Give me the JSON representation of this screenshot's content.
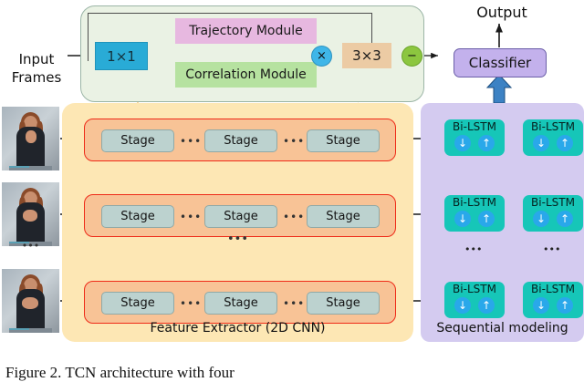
{
  "diagram": {
    "title": "TCN architecture",
    "input": {
      "label_line1": "Input",
      "label_line2": "Frames",
      "frames_ellipsis": "•••"
    },
    "output": {
      "label": "Output"
    },
    "temporal_module": {
      "conv_in": "1×1",
      "branches": [
        {
          "name": "trajectory-module",
          "label": "Trajectory Module",
          "color": "#e7b8e0"
        },
        {
          "name": "correlation-module",
          "label": "Correlation Module",
          "color": "#b6e2a0"
        }
      ],
      "multiply_node": "×",
      "conv_out": "3×3",
      "add_node": "−",
      "panel_color": "#eaf2e4"
    },
    "classifier": {
      "label": "Classifier",
      "color": "#c3b1ec"
    },
    "feature_extractor": {
      "panel_label": "Feature Extractor (2D CNN)",
      "panel_color": "#fde7b4",
      "row_color": "#f8c396",
      "row_border": "#ee2b18",
      "rows_ellipsis": "•••",
      "inline_ellipsis": "•••",
      "rows": [
        {
          "stages": [
            "Stage",
            "Stage",
            "Stage"
          ]
        },
        {
          "stages": [
            "Stage",
            "Stage",
            "Stage"
          ]
        },
        {
          "stages": [
            "Stage",
            "Stage",
            "Stage"
          ]
        }
      ]
    },
    "sequential_modeling": {
      "panel_label": "Sequential modeling",
      "panel_color": "#d4cbf0",
      "cell_color": "#16c6b8",
      "cell_label": "Bi-LSTM",
      "arrow_down": "↓",
      "arrow_up": "↑",
      "column_ellipsis": "•••",
      "grid": [
        [
          "Bi-LSTM",
          "Bi-LSTM"
        ],
        [
          "Bi-LSTM",
          "Bi-LSTM"
        ],
        [
          "Bi-LSTM",
          "Bi-LSTM"
        ]
      ]
    }
  },
  "caption": {
    "text": "Figure 2. TCN architecture with four"
  }
}
